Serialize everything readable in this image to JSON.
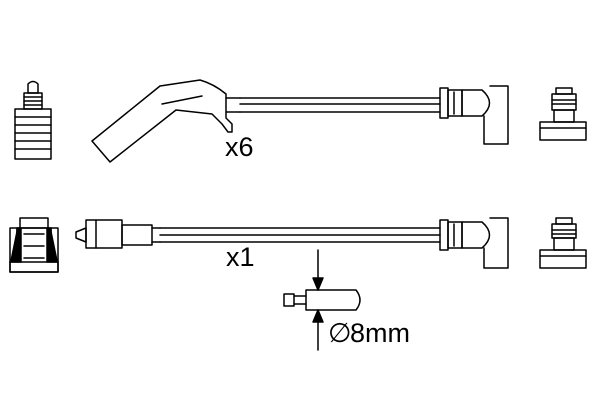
{
  "diagram": {
    "stroke_color": "#000000",
    "background": "#ffffff",
    "rows": [
      {
        "quantity_label": "x6"
      },
      {
        "quantity_label": "x1"
      }
    ],
    "diameter": {
      "symbol": "∅",
      "value_label": "8mm"
    }
  }
}
